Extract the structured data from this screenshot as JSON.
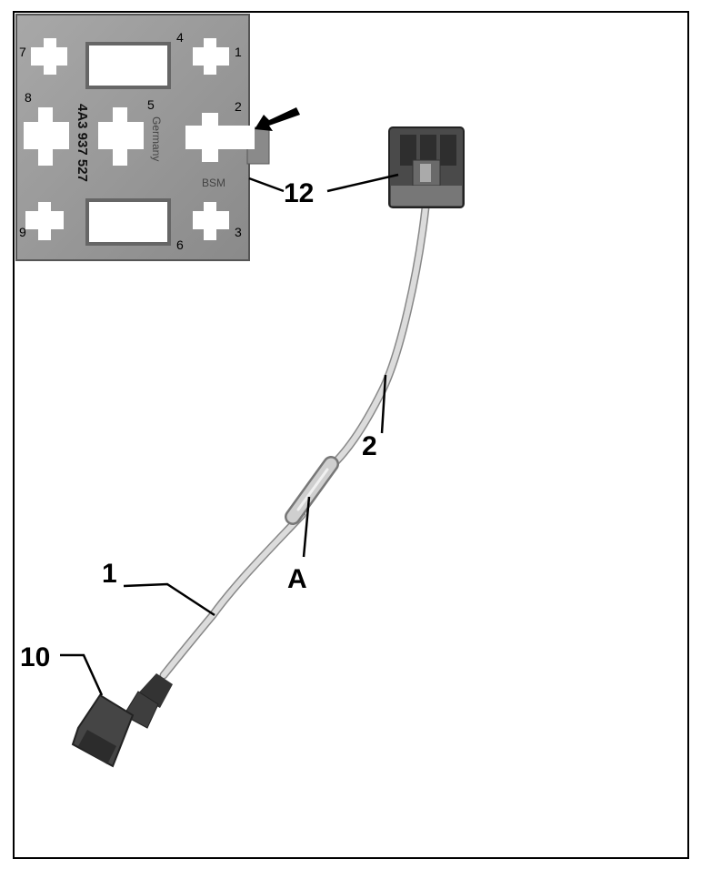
{
  "callouts": {
    "connector_top": "12",
    "wire_upper": "2",
    "splice": "A",
    "wire_lower": "1",
    "connector_bottom": "10"
  },
  "relay_base": {
    "pins": [
      "1",
      "2",
      "3",
      "4",
      "5",
      "6",
      "7",
      "8",
      "9"
    ],
    "part_number": "4A3 937 527",
    "brand_text": "Germany",
    "code": "BSM"
  },
  "colors": {
    "background": "#ffffff",
    "relay_base": "#9a9a9a",
    "connector": "#4a4a4a",
    "wire": "#d8d8d8"
  }
}
